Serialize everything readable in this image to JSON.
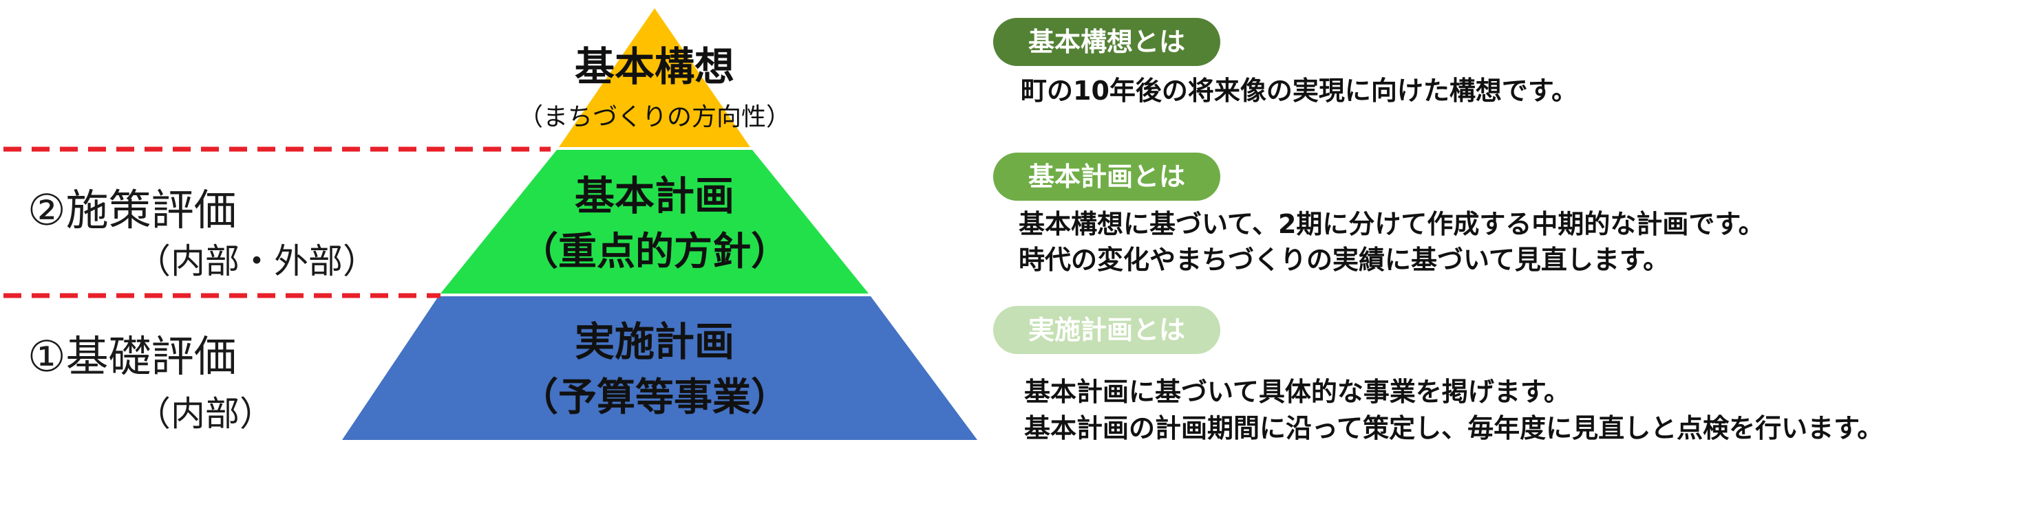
{
  "pyramid": {
    "top": {
      "title": "基本構想",
      "subtitle": "（まちづくりの方向性）",
      "color": "#FFC000"
    },
    "middle": {
      "title": "基本計画",
      "subtitle": "（重点的方針）",
      "color": "#22E04A"
    },
    "bottom": {
      "title": "実施計画",
      "subtitle": "（予算等事業）",
      "color": "#4472C4"
    }
  },
  "evaluations": {
    "policy": {
      "label": "②施策評価",
      "sub": "（内部・外部）"
    },
    "basic": {
      "label": "①基礎評価",
      "sub": "（内部）"
    },
    "divider_color": "#E8202A"
  },
  "descriptions": [
    {
      "badge": "基本構想とは",
      "badge_color": "#548235",
      "badge_text_color": "#ffffff",
      "lines": [
        "町の10年後の将来像の実現に向けた構想です。"
      ]
    },
    {
      "badge": "基本計画とは",
      "badge_color": "#70AD47",
      "badge_text_color": "#ffffff",
      "lines": [
        "基本構想に基づいて、2期に分けて作成する中期的な計画です。",
        "時代の変化やまちづくりの実績に基づいて見直します。"
      ]
    },
    {
      "badge": "実施計画とは",
      "badge_color": "#C5E0B4",
      "badge_text_color": "#ffffff",
      "lines": [
        "基本計画に基づいて具体的な事業を掲げます。",
        "基本計画の計画期間に沿って策定し、毎年度に見直しと点検を行います。"
      ]
    }
  ]
}
